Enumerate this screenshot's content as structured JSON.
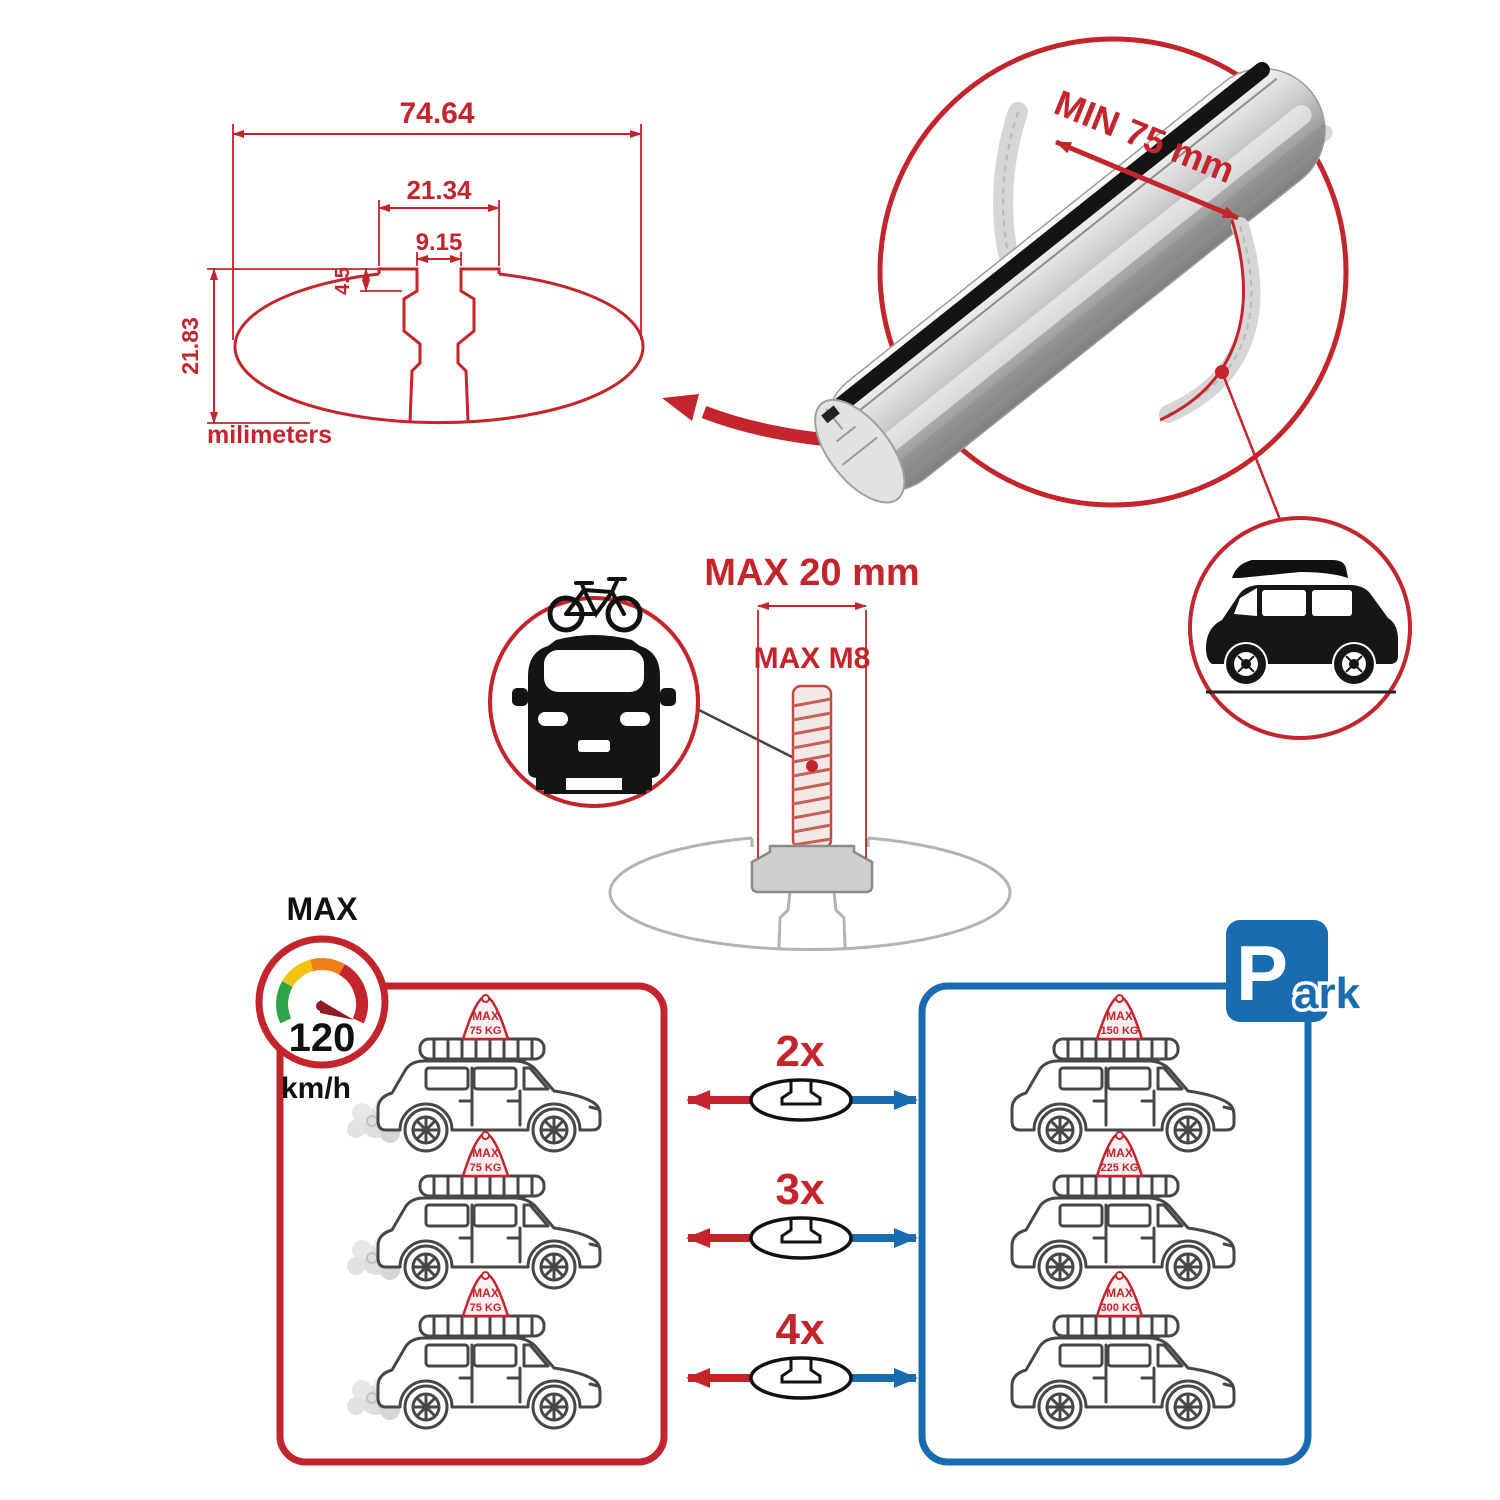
{
  "colors": {
    "accent_red": "#c4242b",
    "accent_blue": "#1a6cb0",
    "art_black": "#141414",
    "ghost_gray": "#b3b3b3",
    "gauge_green": "#2ea44a",
    "gauge_yellow": "#f1c40f",
    "gauge_orange": "#ef7f1a"
  },
  "cross_section": {
    "width_total": "74.64",
    "plateau_width": "21.34",
    "slot_width": "9.15",
    "step_depth": "4.5",
    "height": "21.83",
    "units_label": "milimeters"
  },
  "bar_detail": {
    "min_clamp_span": "MIN 75 mm"
  },
  "bolt": {
    "max_width": "MAX 20 mm",
    "max_thread": "MAX M8"
  },
  "speed_limit": {
    "label": "MAX",
    "value": "120",
    "units": "km/h"
  },
  "driving_section": {
    "cars": [
      {
        "flag_line1": "MAX",
        "flag_line2": "75 KG"
      },
      {
        "flag_line1": "MAX",
        "flag_line2": "75 KG"
      },
      {
        "flag_line1": "MAX",
        "flag_line2": "75 KG"
      }
    ]
  },
  "bar_counts": [
    "2x",
    "3x",
    "4x"
  ],
  "parked_section": {
    "sign_p": "P",
    "sign_ark": "ark",
    "cars": [
      {
        "flag_line1": "MAX",
        "flag_line2": "150 KG"
      },
      {
        "flag_line1": "MAX",
        "flag_line2": "225 KG"
      },
      {
        "flag_line1": "MAX",
        "flag_line2": "300 KG"
      }
    ]
  }
}
